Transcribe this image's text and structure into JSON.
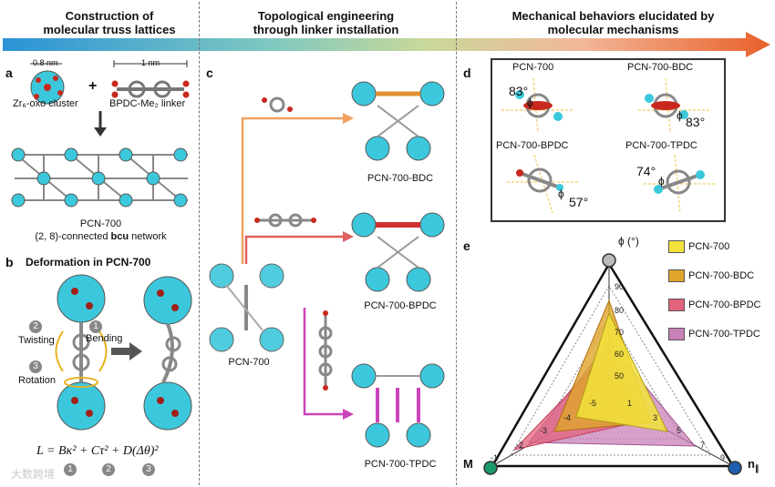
{
  "headers": {
    "col1": "Construction of\nmolecular truss lattices",
    "col2": "Topological engineering\nthrough linker installation",
    "col3": "Mechanical behaviors elucidated by\nmolecular mechanisms"
  },
  "panel_a": {
    "label": "a",
    "dim1": "0.8 nm",
    "dim2": "1 nm",
    "cluster": "Zr₆-oxo cluster",
    "linker": "BPDC-Me₂ linker",
    "plus": "+",
    "network_name": "PCN-700",
    "network_desc_prefix": "(2, 8)-connected ",
    "network_desc_bold": "bcu",
    "network_desc_suffix": " network"
  },
  "panel_b": {
    "label": "b",
    "title": "Deformation in PCN-700",
    "modes": [
      {
        "num": "2",
        "name": "Twisting"
      },
      {
        "num": "1",
        "name": "Bending"
      },
      {
        "num": "3",
        "name": "Rotation"
      }
    ],
    "equation": "L = Bκ² + Cτ² + D(Δθ)²",
    "eq_nums": [
      "1",
      "2",
      "3"
    ]
  },
  "panel_c": {
    "label": "c",
    "center": "PCN-700",
    "products": [
      "PCN-700-BDC",
      "PCN-700-BPDC",
      "PCN-700-TPDC"
    ]
  },
  "panel_d": {
    "label": "d",
    "items": [
      {
        "name": "PCN-700",
        "angle": "83°",
        "phi": "ϕ"
      },
      {
        "name": "PCN-700-BDC",
        "angle": "83°",
        "phi": "ϕ"
      },
      {
        "name": "PCN-700-BPDC",
        "angle": "57°",
        "phi": "ϕ"
      },
      {
        "name": "PCN-700-TPDC",
        "angle": "74°",
        "phi": "ϕ"
      }
    ]
  },
  "panel_e": {
    "label": "e",
    "axis_top": "ϕ (°)",
    "axis_left": "M",
    "axis_right": "n",
    "axis_right_sub": "∥",
    "phi_ticks": [
      "90",
      "80",
      "70",
      "60",
      "50"
    ],
    "left_ticks": [
      "-5",
      "-4",
      "-3",
      "-2",
      "-1"
    ],
    "right_ticks": [
      "1",
      "3",
      "5",
      "7",
      "9"
    ],
    "legend": [
      {
        "name": "PCN-700",
        "color": "#f2e33c"
      },
      {
        "name": "PCN-700-BDC",
        "color": "#e0a42a"
      },
      {
        "name": "PCN-700-BPDC",
        "color": "#e2637c"
      },
      {
        "name": "PCN-700-TPDC",
        "color": "#c880b8"
      }
    ]
  },
  "watermark": "大数跨境"
}
